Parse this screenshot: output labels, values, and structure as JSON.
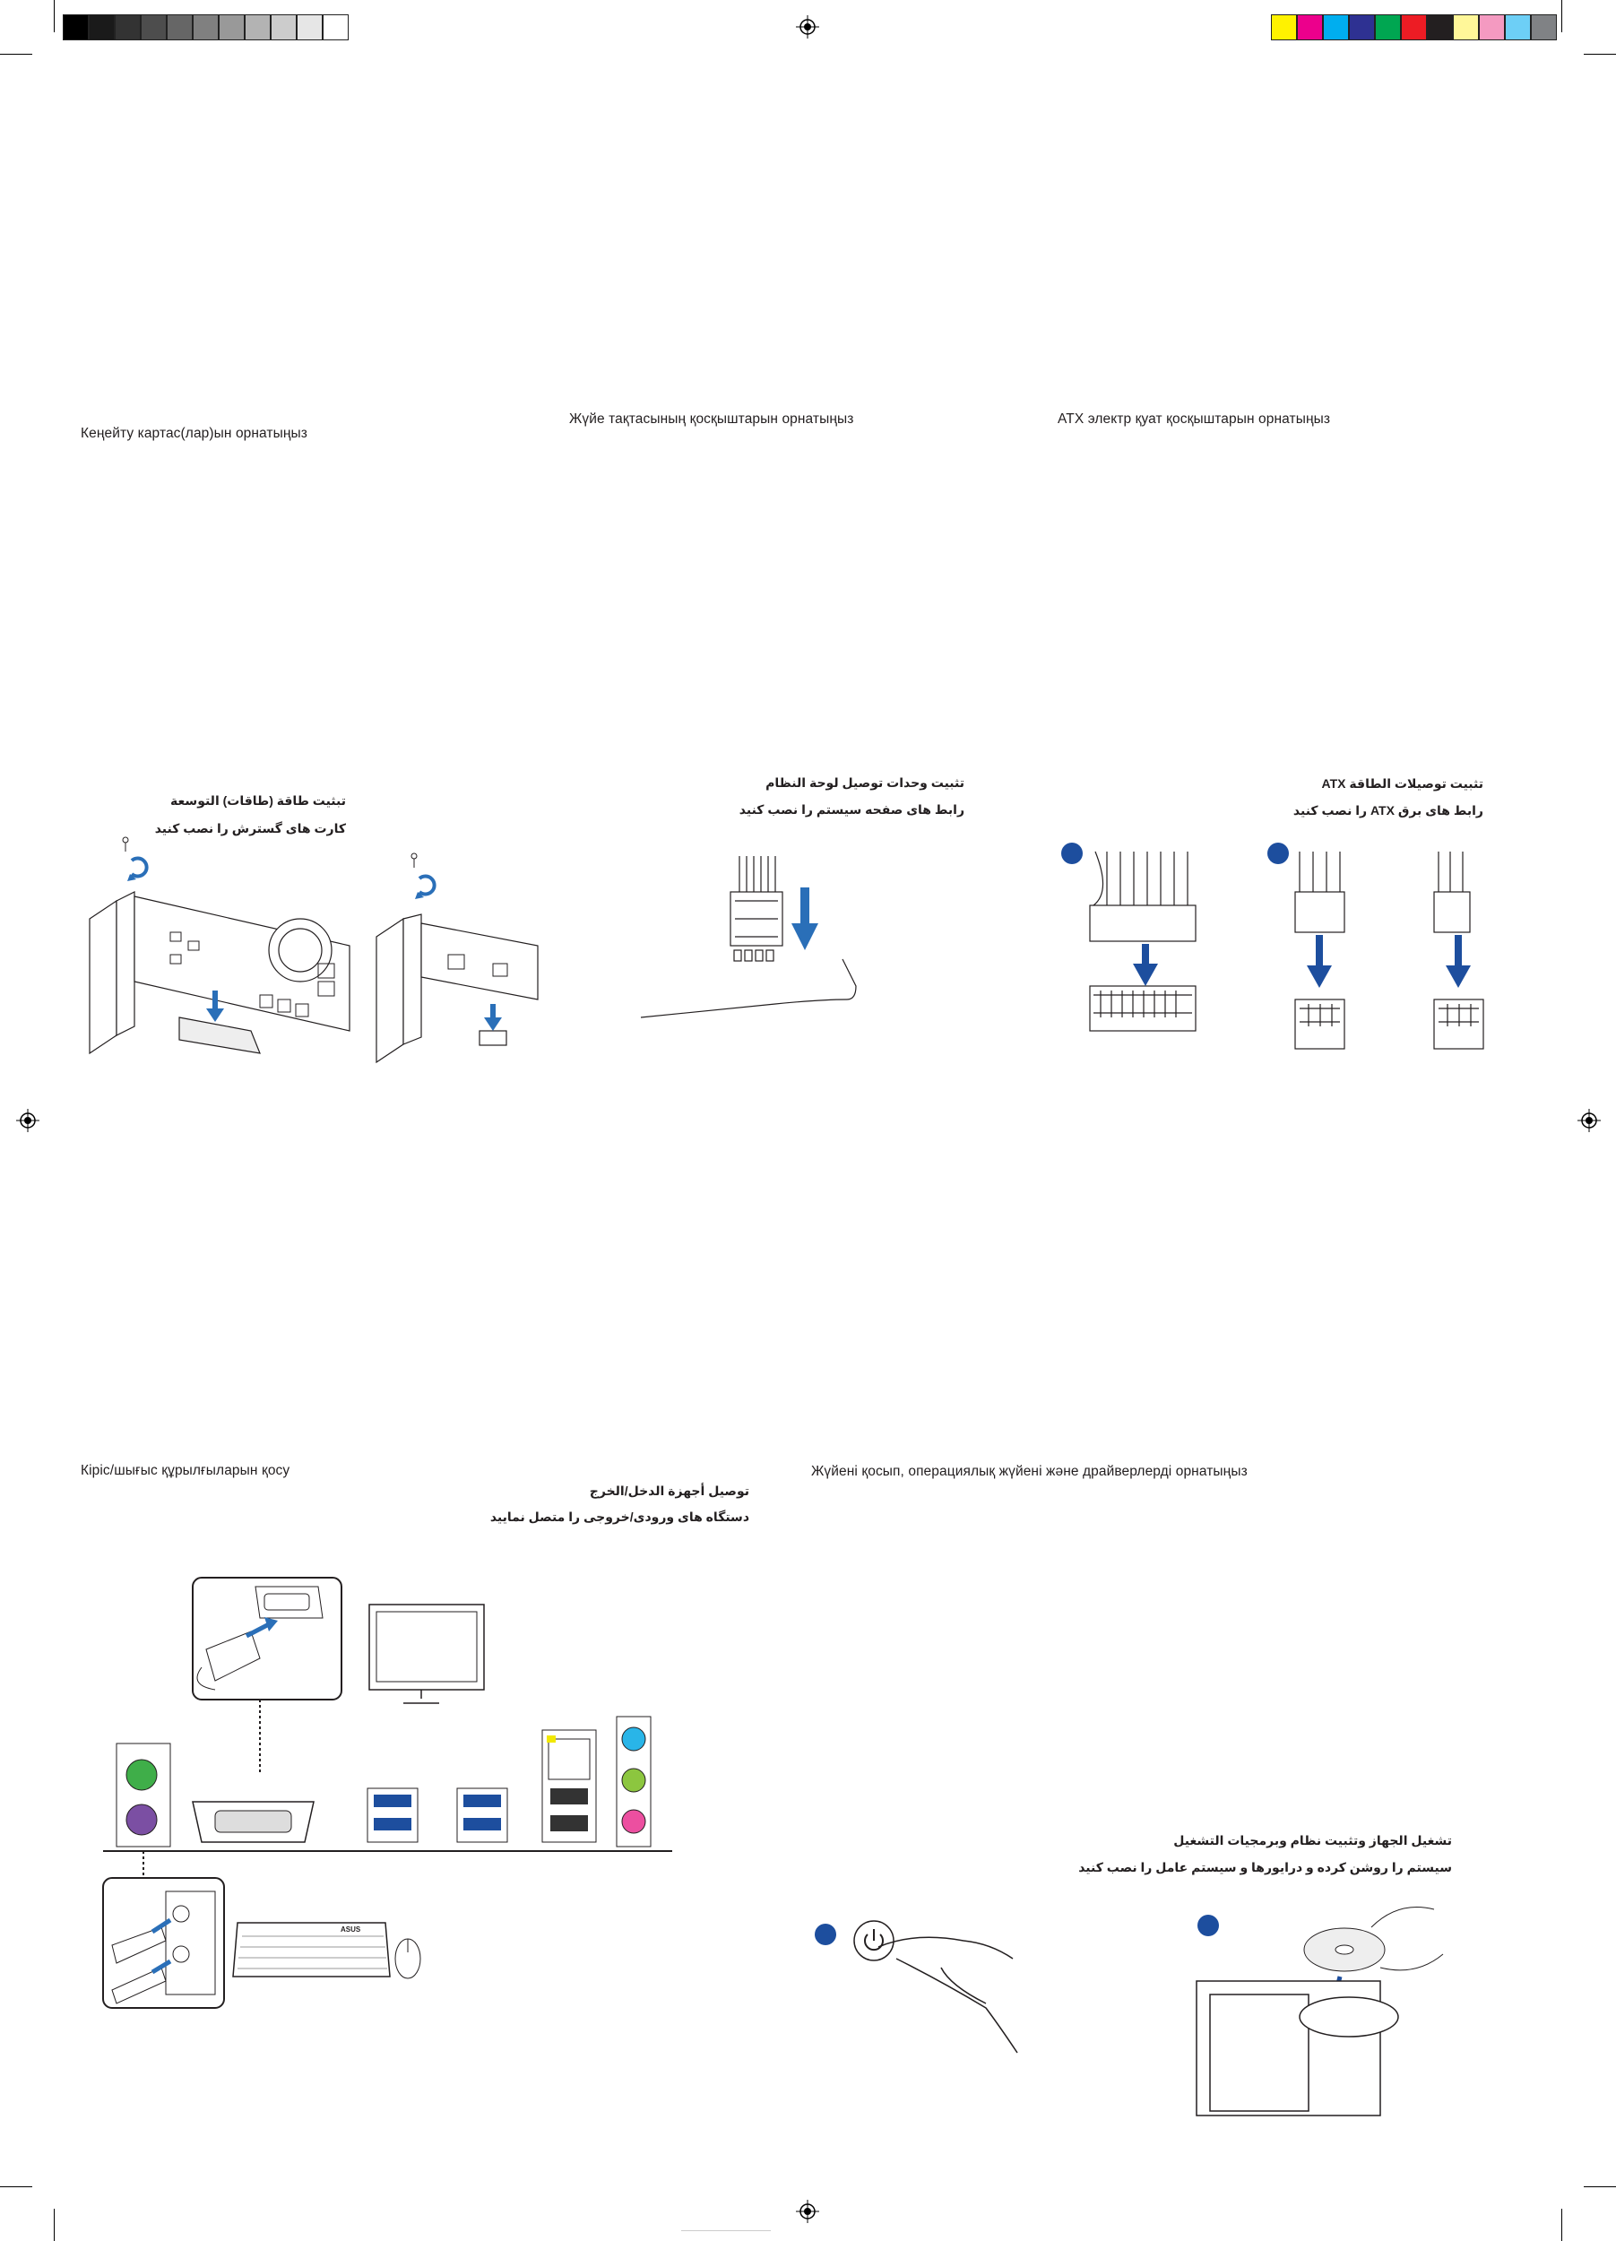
{
  "colors": {
    "gray_bar": [
      "#000000",
      "#1a1a1a",
      "#333333",
      "#4d4d4d",
      "#666666",
      "#808080",
      "#999999",
      "#b3b3b3",
      "#cccccc",
      "#e6e6e6",
      "#ffffff"
    ],
    "color_bar": [
      "#fff200",
      "#ec008c",
      "#00aeef",
      "#2e3192",
      "#00a651",
      "#ed1c24",
      "#231f20",
      "#fff799",
      "#f49ac1",
      "#6dcff6",
      "#808285"
    ],
    "accent_blue": "#1d4e9e",
    "arrow_blue": "#2a6fb8"
  },
  "sections": {
    "expansion": {
      "heading": "Кеңейту картас(лар)ын орнатыңыз",
      "fa_line1": "تبثیت طاقة (طاقات) التوسعة",
      "fa_line2": "کارت های گسترش را نصب کنید"
    },
    "panel": {
      "heading": "Жүйе тақтасының қосқыштарын орнатыңыз",
      "fa_line1": "تثبيت وحدات توصيل لوحة النظام",
      "fa_line2": "رابط های صفحه سیستم را نصب کنید"
    },
    "atx": {
      "heading": "ATX электр қуат қосқыштарын орнатыңыз",
      "fa_line1": "تثبيت توصيلات الطاقة ATX",
      "fa_line2": "رابط های برق ATX را نصب کنید"
    },
    "io": {
      "heading": "Кіріс/шығыс құрылғыларын қосу",
      "fa_line1": "توصيل أجهزة الدخل/الخرج",
      "fa_line2": "دستگاه های ورودی/خروجی را متصل نمایید"
    },
    "os": {
      "heading": "Жүйені қосып, операциялық жүйені және драйверлерді орнатыңыз",
      "fa_line1": "تشغيل الجهاز وتثبيت نظام وبرمجيات التشغيل",
      "fa_line2": "سیستم را روشن کرده و درایورها و سیستم عامل را نصب کنید"
    }
  },
  "icons": {
    "registration": "registration-target-icon",
    "vga": "vga-connector-icon",
    "monitor": "monitor-icon",
    "ps2": "ps2-port-icon",
    "usb": "usb-port-icon",
    "lan": "lan-port-icon",
    "audio": "audio-jack-icon",
    "keyboard": "keyboard-icon",
    "mouse": "mouse-icon",
    "power": "power-button-icon",
    "disc": "optical-disc-icon"
  },
  "logo_text": "ASUS"
}
